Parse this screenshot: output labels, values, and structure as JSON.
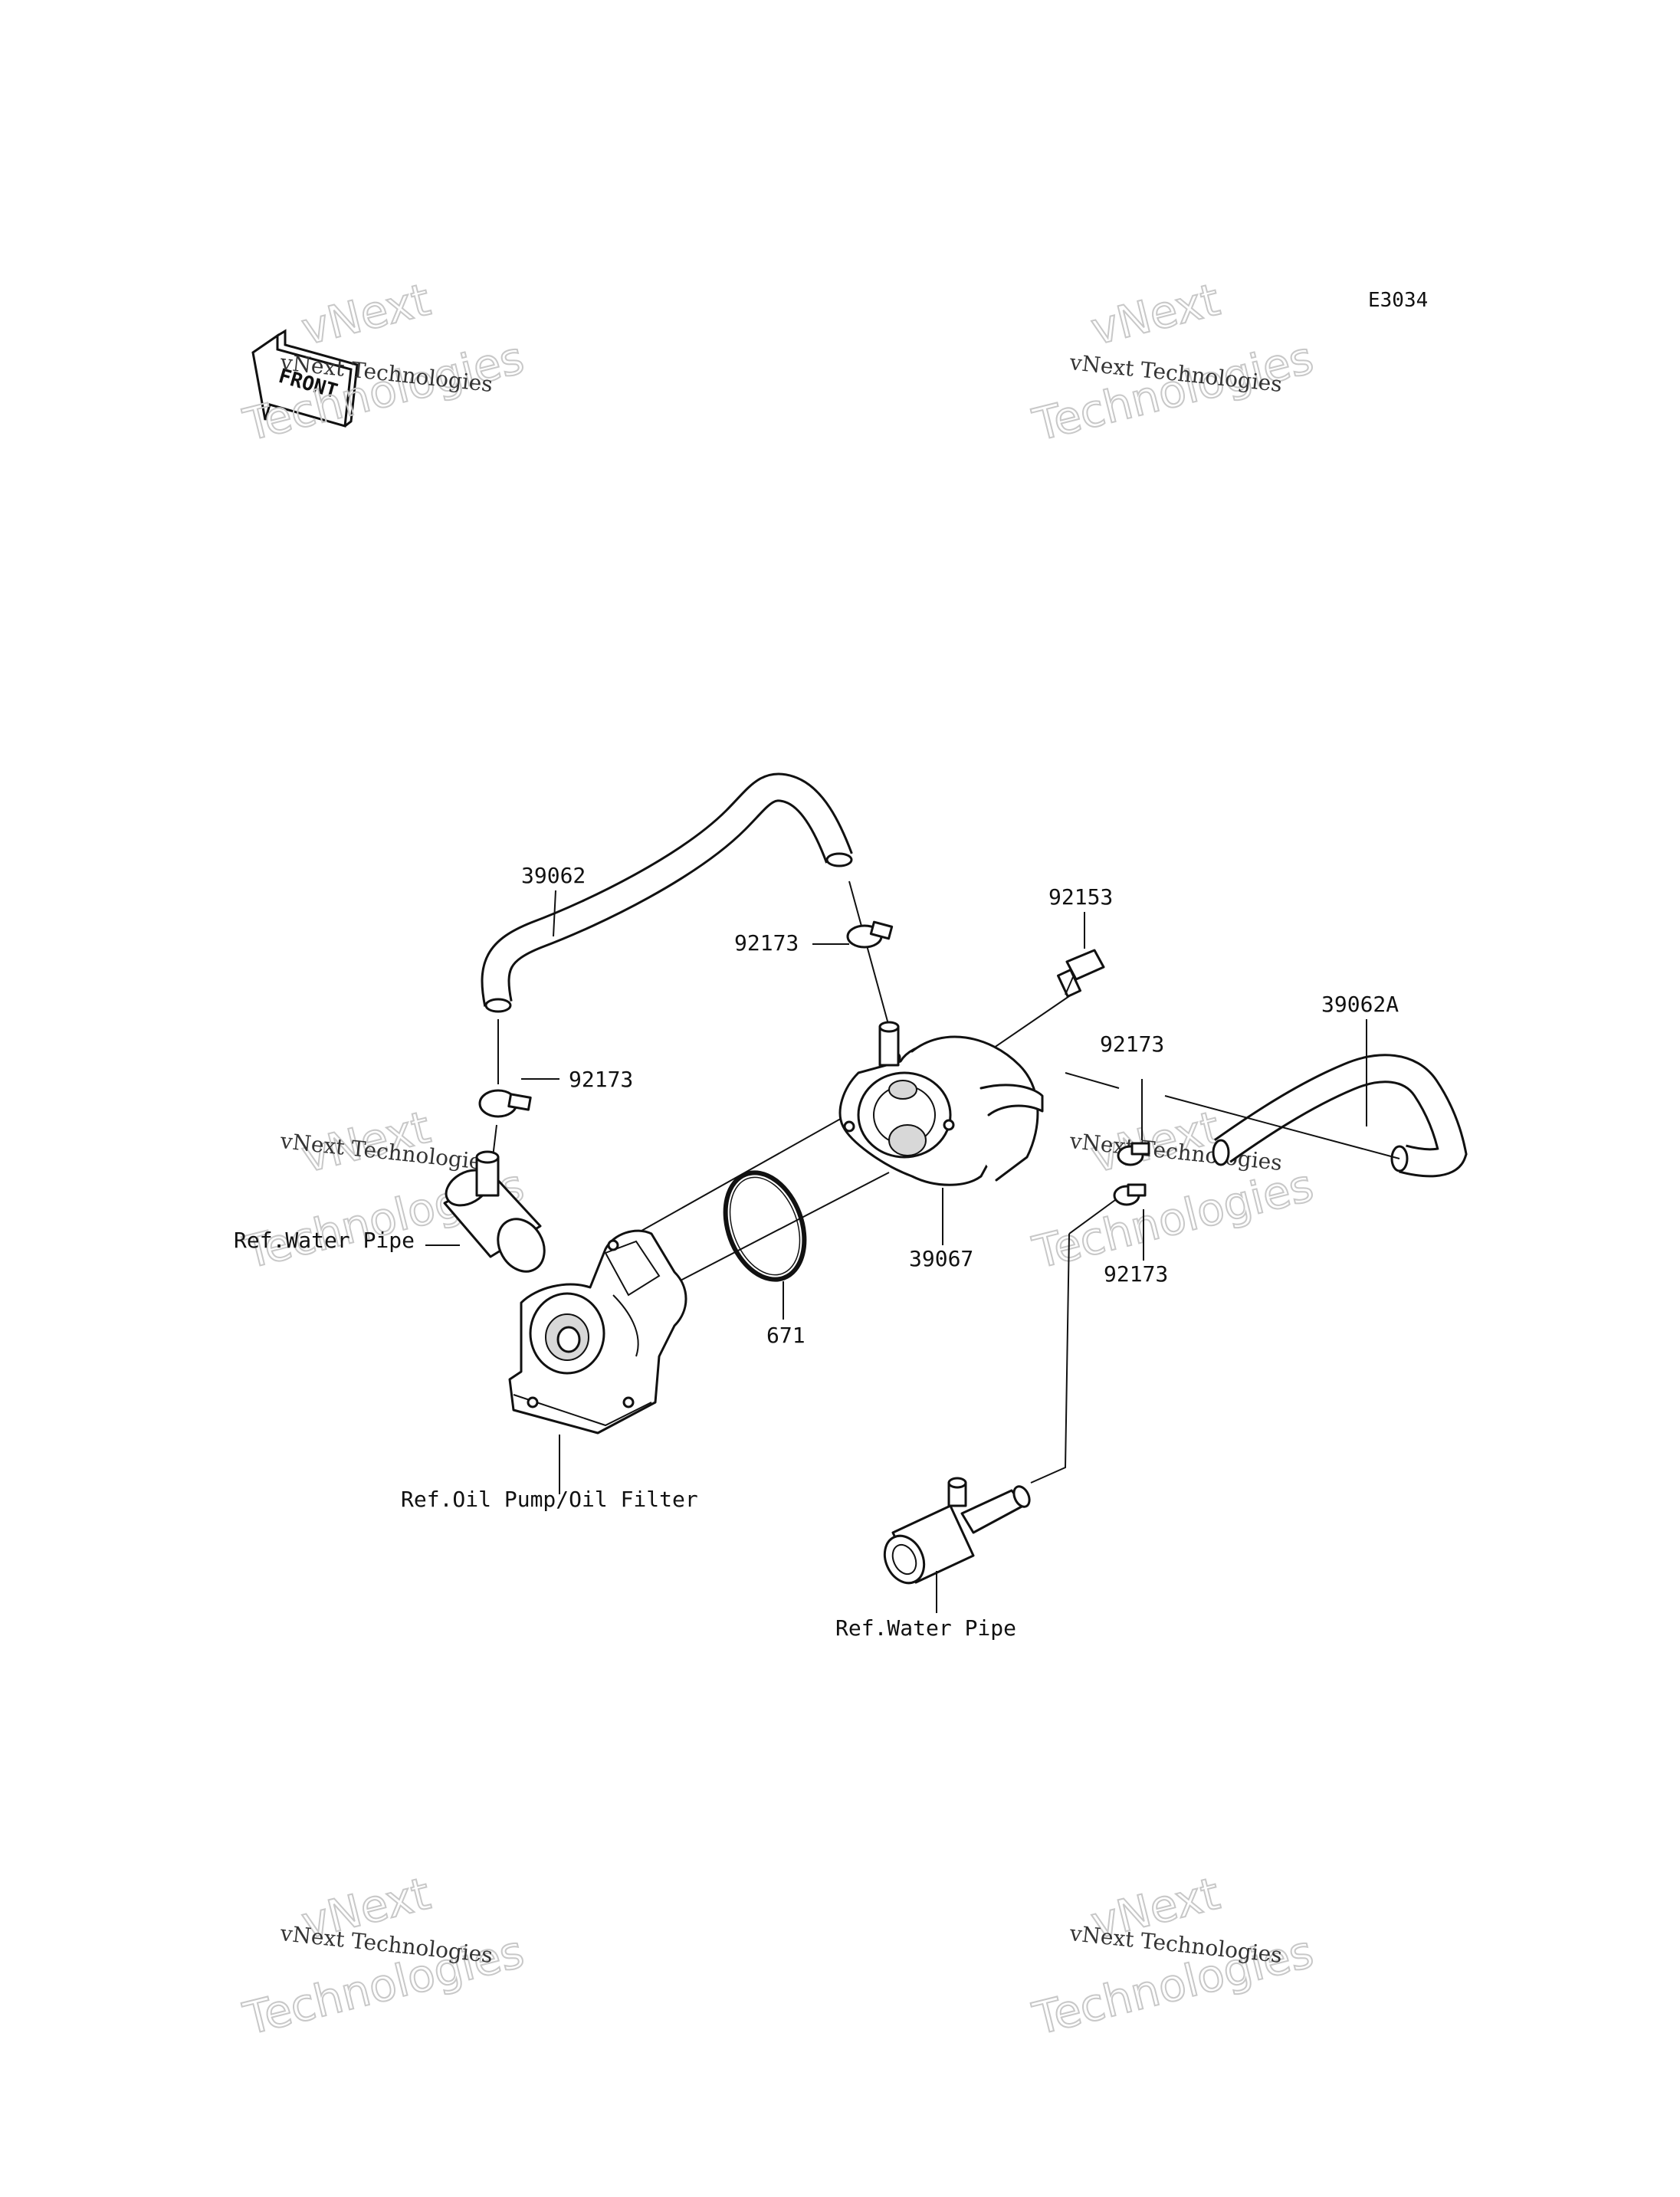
{
  "diagram_code": "E3034",
  "front_label": "FRONT",
  "watermark": {
    "line1": "vNext Technologies",
    "big1": "vNext",
    "big2": "Technologies"
  },
  "parts": [
    {
      "id": "hose-39062",
      "label": "39062"
    },
    {
      "id": "clamp-top",
      "label": "92173"
    },
    {
      "id": "bolt",
      "label": "92153"
    },
    {
      "id": "hose-39062a",
      "label": "39062A"
    },
    {
      "id": "clamp-left",
      "label": "92173"
    },
    {
      "id": "clamp-right-upper",
      "label": "92173"
    },
    {
      "id": "oil-cooler",
      "label": "39067"
    },
    {
      "id": "clamp-right-lower",
      "label": "92173"
    },
    {
      "id": "o-ring",
      "label": "671"
    }
  ],
  "references": {
    "water_pipe_left": "Ref.Water Pipe",
    "oil_pump": "Ref.Oil Pump/Oil Filter",
    "water_pipe_bottom": "Ref.Water Pipe"
  }
}
